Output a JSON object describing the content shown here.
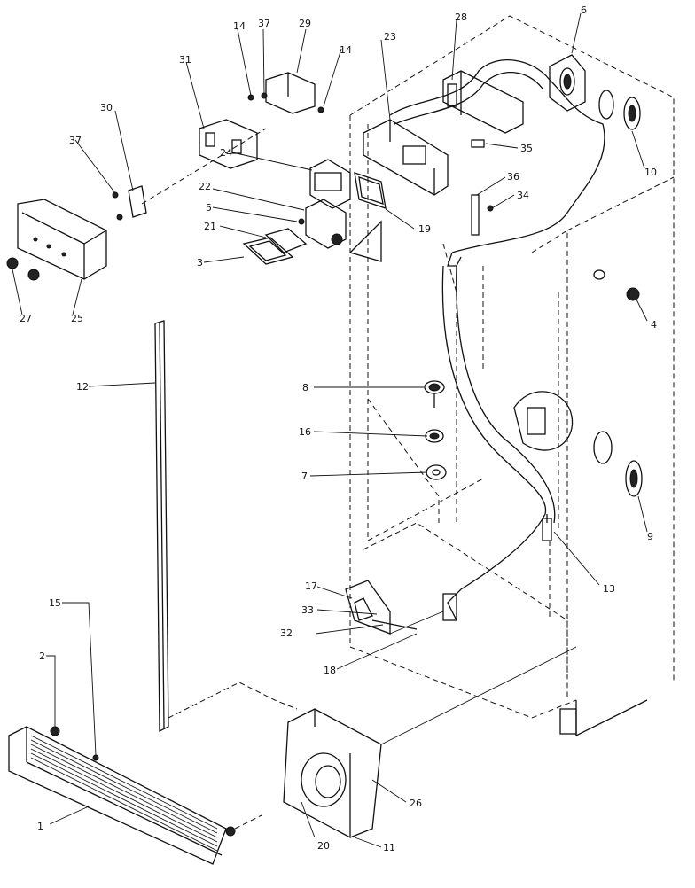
{
  "callouts": [
    {
      "id": "c1",
      "text": "1"
    },
    {
      "id": "c2",
      "text": "2"
    },
    {
      "id": "c3",
      "text": "3"
    },
    {
      "id": "c4",
      "text": "4"
    },
    {
      "id": "c5",
      "text": "5"
    },
    {
      "id": "c6",
      "text": "6"
    },
    {
      "id": "c7",
      "text": "7"
    },
    {
      "id": "c8",
      "text": "8"
    },
    {
      "id": "c9",
      "text": "9"
    },
    {
      "id": "c10",
      "text": "10"
    },
    {
      "id": "c11",
      "text": "11"
    },
    {
      "id": "c12",
      "text": "12"
    },
    {
      "id": "c13",
      "text": "13"
    },
    {
      "id": "c14a",
      "text": "14"
    },
    {
      "id": "c14b",
      "text": "14"
    },
    {
      "id": "c15",
      "text": "15"
    },
    {
      "id": "c16",
      "text": "16"
    },
    {
      "id": "c17",
      "text": "17"
    },
    {
      "id": "c18",
      "text": "18"
    },
    {
      "id": "c19",
      "text": "19"
    },
    {
      "id": "c20",
      "text": "20"
    },
    {
      "id": "c21",
      "text": "21"
    },
    {
      "id": "c22",
      "text": "22"
    },
    {
      "id": "c23",
      "text": "23"
    },
    {
      "id": "c24",
      "text": "24"
    },
    {
      "id": "c25",
      "text": "25"
    },
    {
      "id": "c26",
      "text": "26"
    },
    {
      "id": "c27",
      "text": "27"
    },
    {
      "id": "c28",
      "text": "28"
    },
    {
      "id": "c29",
      "text": "29"
    },
    {
      "id": "c30",
      "text": "30"
    },
    {
      "id": "c31",
      "text": "31"
    },
    {
      "id": "c32",
      "text": "32"
    },
    {
      "id": "c33",
      "text": "33"
    },
    {
      "id": "c34",
      "text": "34"
    },
    {
      "id": "c35",
      "text": "35"
    },
    {
      "id": "c36",
      "text": "36"
    },
    {
      "id": "c37a",
      "text": "37"
    },
    {
      "id": "c37b",
      "text": "37"
    }
  ]
}
